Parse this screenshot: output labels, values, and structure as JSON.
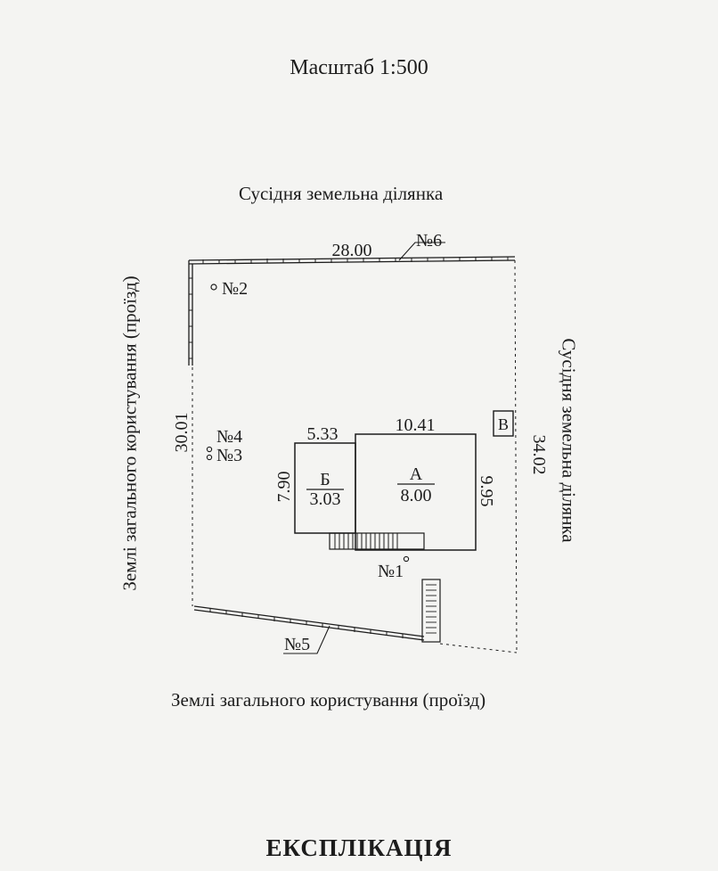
{
  "scale": "Масштаб 1:500",
  "neighbors": {
    "north": "Сусідня земельна ділянка",
    "east": "Сусідня земельна ділянка",
    "west": "Землі загального користування (проїзд)",
    "south": "Землі загального користування (проїзд)"
  },
  "dimensions": {
    "north_side": "28.00",
    "west_side": "30.01",
    "east_side": "34.02"
  },
  "buildings": {
    "A": {
      "letter": "А",
      "height": "8.00",
      "width": "10.41",
      "depth": "9.95"
    },
    "B": {
      "letter": "Б",
      "height": "3.03",
      "width": "5.33",
      "depth": "7.90"
    },
    "V": {
      "letter": "В"
    }
  },
  "markers": {
    "n1": "№1",
    "n2": "№2",
    "n3": "№3",
    "n4": "№4",
    "n5": "№5",
    "n6": "№6"
  },
  "legend": {
    "title": "ЕКСПЛІКАЦІЯ"
  }
}
